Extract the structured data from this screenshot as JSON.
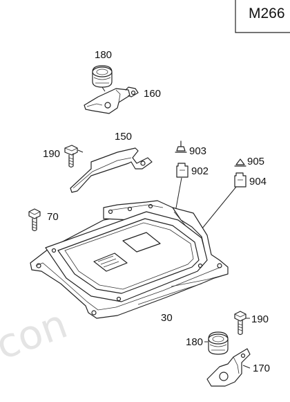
{
  "diagram_code": "M266",
  "watermark": "con",
  "callouts": {
    "c180_top": "180",
    "c160": "160",
    "c150": "150",
    "c190_left": "190",
    "c903": "903",
    "c902": "902",
    "c905": "905",
    "c904": "904",
    "c70": "70",
    "c30": "30",
    "c190_bottom": "190",
    "c180_bottom": "180",
    "c170": "170"
  }
}
